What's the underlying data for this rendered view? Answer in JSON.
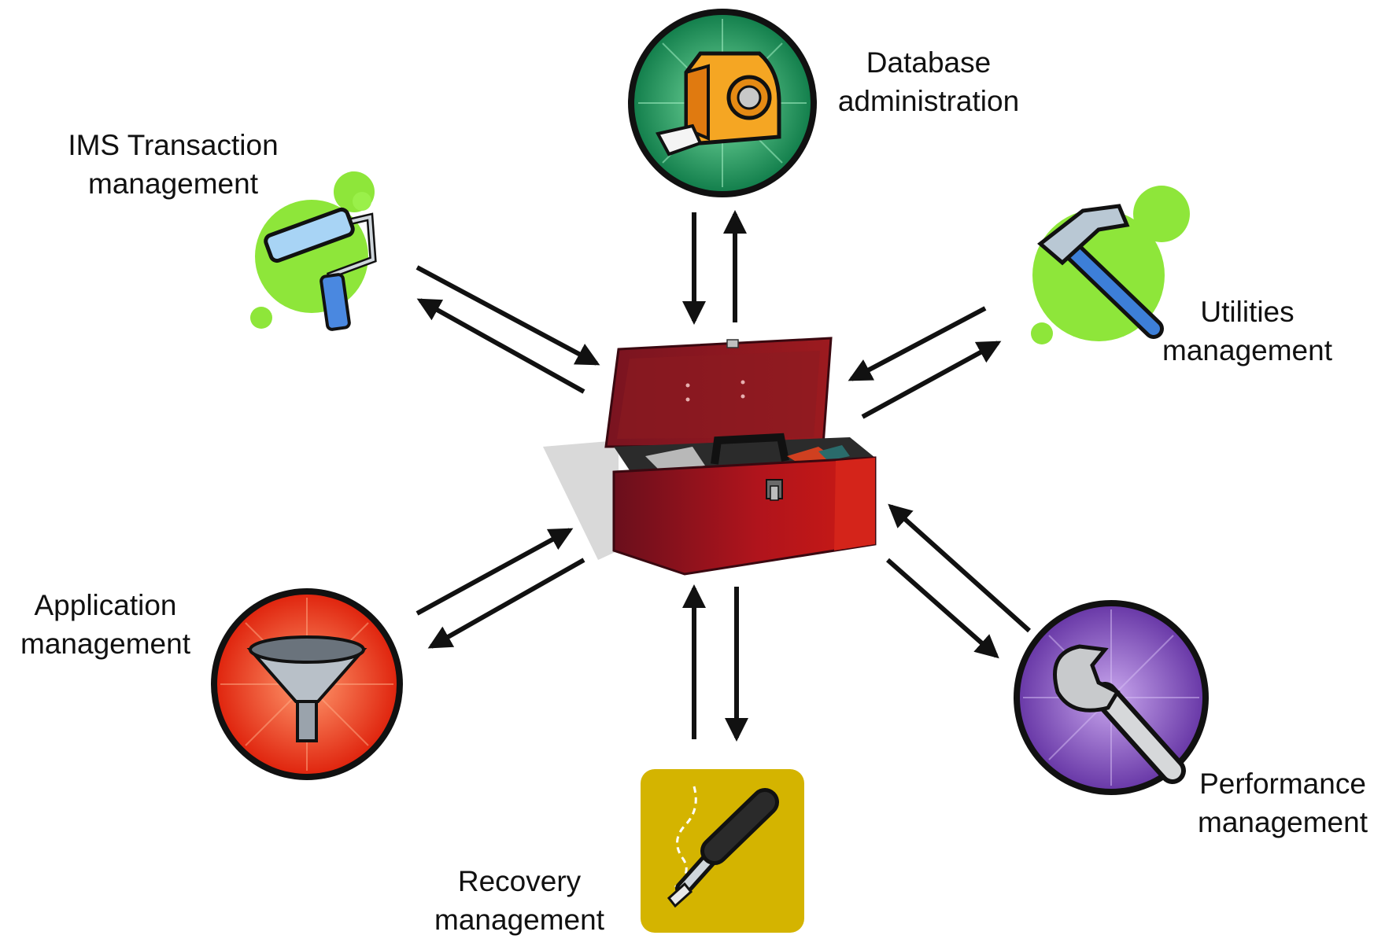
{
  "center": {
    "icon": "toolbox-icon"
  },
  "nodes": [
    {
      "id": "database",
      "lines": [
        "Database",
        "administration"
      ],
      "icon": "tape-measure-icon",
      "badge_color": "#1f8f5a"
    },
    {
      "id": "ims-transaction",
      "lines": [
        "IMS Transaction",
        "management"
      ],
      "icon": "paint-roller-icon",
      "badge_color": "#8ee63a"
    },
    {
      "id": "utilities",
      "lines": [
        "Utilities",
        "management"
      ],
      "icon": "hammer-icon",
      "badge_color": "#8ee63a"
    },
    {
      "id": "application",
      "lines": [
        "Application",
        "management"
      ],
      "icon": "funnel-icon",
      "badge_color": "#e8321a"
    },
    {
      "id": "recovery",
      "lines": [
        "Recovery",
        "management"
      ],
      "icon": "screwdriver-icon",
      "badge_color": "#d4b400"
    },
    {
      "id": "performance",
      "lines": [
        "Performance",
        "management"
      ],
      "icon": "wrench-icon",
      "badge_color": "#7b4ab8"
    }
  ],
  "connections": [
    {
      "from": "database",
      "to": "toolbox",
      "bidirectional": true
    },
    {
      "from": "ims-transaction",
      "to": "toolbox",
      "bidirectional": true
    },
    {
      "from": "utilities",
      "to": "toolbox",
      "bidirectional": true
    },
    {
      "from": "application",
      "to": "toolbox",
      "bidirectional": true
    },
    {
      "from": "recovery",
      "to": "toolbox",
      "bidirectional": true
    },
    {
      "from": "performance",
      "to": "toolbox",
      "bidirectional": true
    }
  ]
}
